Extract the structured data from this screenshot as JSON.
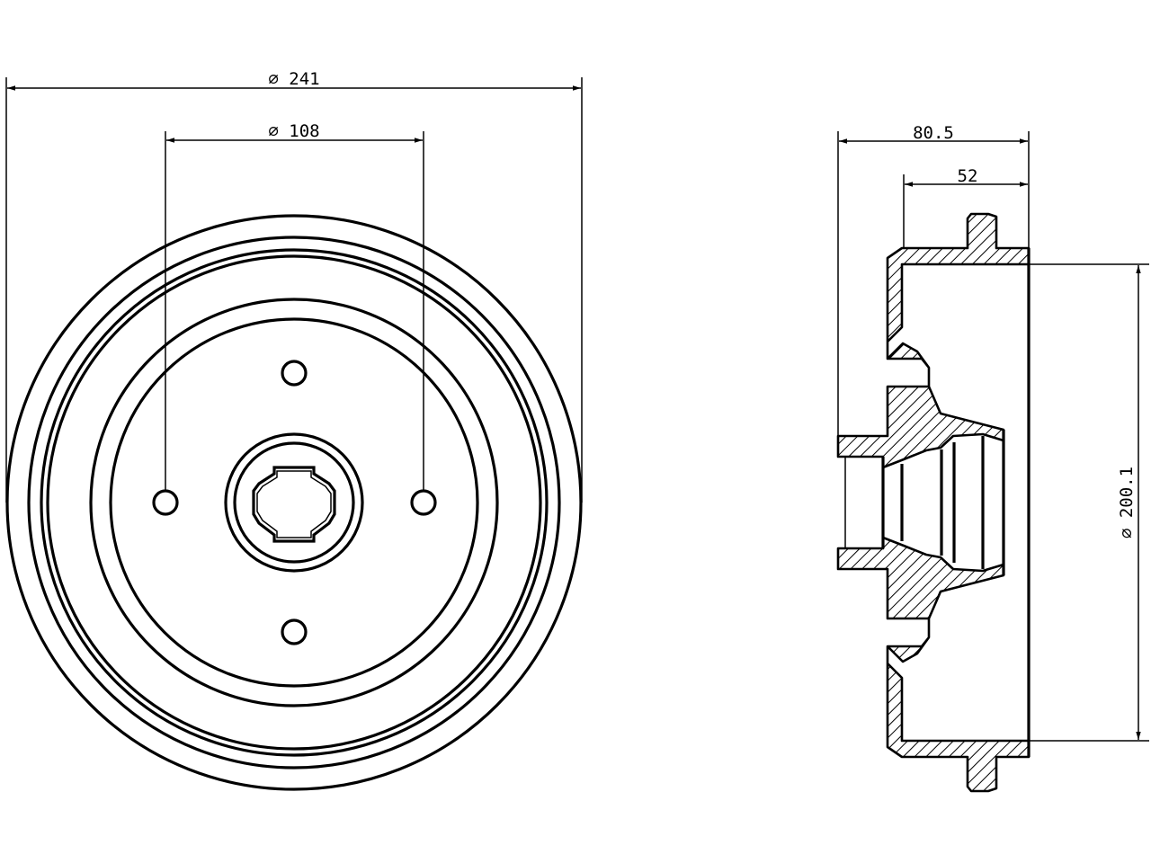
{
  "colors": {
    "line": "#000000",
    "background": "#ffffff"
  },
  "front_view": {
    "outer_diameter_label": "⌀ 241",
    "bolt_circle_label": "⌀ 108"
  },
  "side_view": {
    "total_width_label": "80.5",
    "drum_depth_label": "52",
    "inner_diameter_label": "⌀ 200.1"
  }
}
